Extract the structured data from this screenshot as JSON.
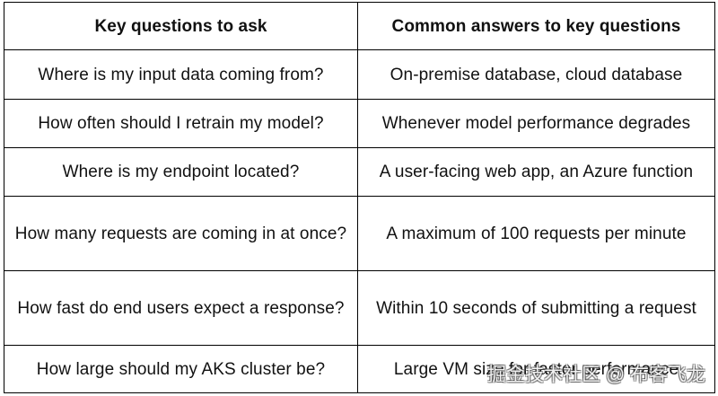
{
  "table": {
    "headers": [
      "Key questions to ask",
      "Common answers to key questions"
    ],
    "rows": [
      [
        "Where is my input data coming from?",
        "On-premise database, cloud database"
      ],
      [
        "How often should I retrain my model?",
        "Whenever model performance degrades"
      ],
      [
        "Where is my endpoint located?",
        "A user-facing web app, an Azure function"
      ],
      [
        "How many requests are coming in at once?",
        "A maximum of 100 requests per minute"
      ],
      [
        "How fast do end users expect a response?",
        "Within 10 seconds of submitting a request"
      ],
      [
        "How large should my AKS cluster be?",
        "Large VM size for faster performance"
      ]
    ]
  },
  "watermark": {
    "text": "掘金技术社区 @ 布客飞龙"
  }
}
